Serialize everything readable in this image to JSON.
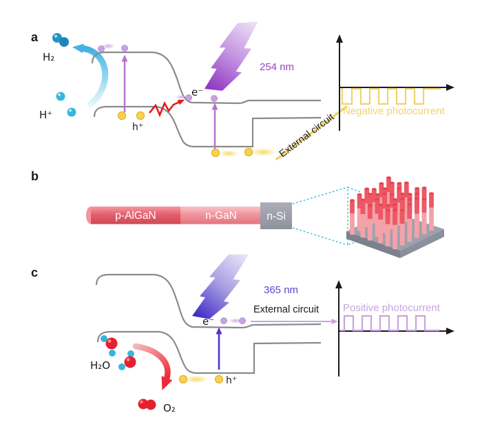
{
  "figure": {
    "panels": {
      "a": {
        "label": "a",
        "h2": "H₂",
        "h_plus": "H⁺",
        "electron": "e⁻",
        "hole": "h⁺",
        "wavelength": "254 nm",
        "external_circuit": "External circuit",
        "photocurrent": "Negative photocurrent"
      },
      "b": {
        "label": "b",
        "segment_p": "p-AlGaN",
        "segment_n": "n-GaN",
        "segment_si": "n-Si"
      },
      "c": {
        "label": "c",
        "h2o": "H₂O",
        "o2": "O₂",
        "electron": "e⁻",
        "hole": "h⁺",
        "wavelength": "365 nm",
        "external_circuit": "External circuit",
        "photocurrent": "Positive photocurrent"
      }
    },
    "colors": {
      "band_line": "#8a8a8a",
      "axis": "#191919",
      "uv_254": "#9348bd",
      "uv_365": "#5f46cb",
      "negative_photocurrent": "#f2d26a",
      "positive_photocurrent": "#c9a3dc",
      "electron_dot": "#c8a3e0",
      "hole_dot": "#f6d44e",
      "recombination_arrow": "#e21c1c",
      "h2_molecule": "#2293c6",
      "h_plus_ion": "#35b7dc",
      "water_oxygen": "#e6202f",
      "water_hydrogen": "#35b7dc",
      "external_circuit_line": "#efd26b",
      "nanowire_top": "#ec5864",
      "nanowire_bottom": "#f3a2a9",
      "silicon_gray": "#9aa0ab",
      "dashed_zoom_line": "#3bbcd4"
    }
  }
}
